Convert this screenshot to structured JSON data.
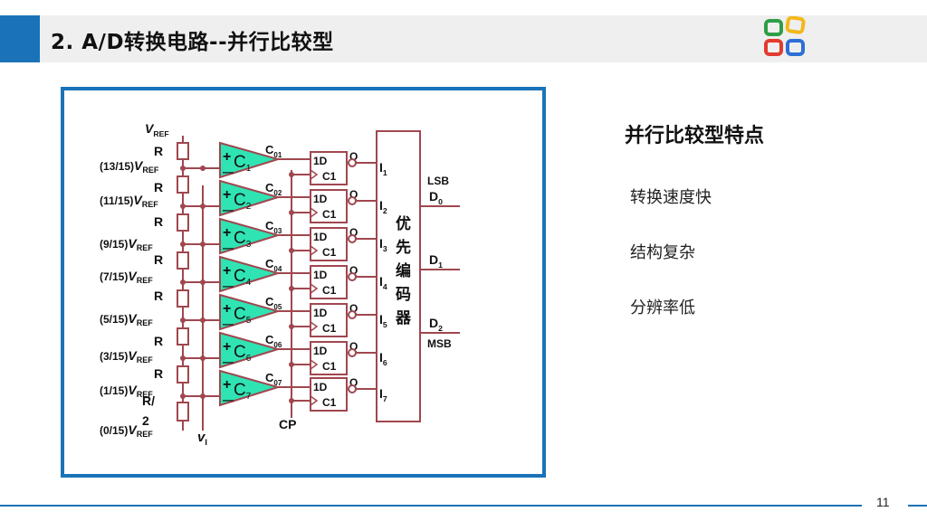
{
  "header": {
    "title": "2. A/D转换电路--并行比较型"
  },
  "brand": {
    "logo_colors": [
      "#2e9e46",
      "#f2b81b",
      "#e23b2f",
      "#2d6fd6"
    ]
  },
  "circuit": {
    "vref_label": "V",
    "vref_sub": "REF",
    "resistor_label": "R",
    "last_resistor_label_line1": "R/",
    "last_resistor_label_line2": "2",
    "taps": [
      {
        "frac": "(13/15)",
        "v": "V",
        "sub": "REF"
      },
      {
        "frac": "(11/15)",
        "v": "V",
        "sub": "REF"
      },
      {
        "frac": "(9/15)",
        "v": "V",
        "sub": "REF"
      },
      {
        "frac": "(7/15)",
        "v": "V",
        "sub": "REF"
      },
      {
        "frac": "(5/15)",
        "v": "V",
        "sub": "REF"
      },
      {
        "frac": "(3/15)",
        "v": "V",
        "sub": "REF"
      },
      {
        "frac": "(1/15)",
        "v": "V",
        "sub": "REF"
      },
      {
        "frac": "(0/15)",
        "v": "V",
        "sub": "REF"
      }
    ],
    "comparators": [
      {
        "name": "C",
        "sub": "1",
        "out": "C",
        "out_sub": "01"
      },
      {
        "name": "C",
        "sub": "2",
        "out": "C",
        "out_sub": "02"
      },
      {
        "name": "C",
        "sub": "3",
        "out": "C",
        "out_sub": "03"
      },
      {
        "name": "C",
        "sub": "4",
        "out": "C",
        "out_sub": "04"
      },
      {
        "name": "C",
        "sub": "5",
        "out": "C",
        "out_sub": "05"
      },
      {
        "name": "C",
        "sub": "6",
        "out": "C",
        "out_sub": "06"
      },
      {
        "name": "C",
        "sub": "7",
        "out": "C",
        "out_sub": "07"
      }
    ],
    "plus_sign": "+",
    "minus_sign": "—",
    "ff_d": "1D",
    "ff_c": "C1",
    "ff_q": "Q",
    "encoder_inputs": [
      {
        "name": "I",
        "sub": "1"
      },
      {
        "name": "I",
        "sub": "2"
      },
      {
        "name": "I",
        "sub": "3"
      },
      {
        "name": "I",
        "sub": "4"
      },
      {
        "name": "I",
        "sub": "5"
      },
      {
        "name": "I",
        "sub": "6"
      },
      {
        "name": "I",
        "sub": "7"
      }
    ],
    "encoder_label": [
      "优",
      "先",
      "编",
      "码",
      "器"
    ],
    "outputs": [
      {
        "name": "D",
        "sub": "0",
        "tag": "LSB"
      },
      {
        "name": "D",
        "sub": "1",
        "tag": ""
      },
      {
        "name": "D",
        "sub": "2",
        "tag": "MSB"
      }
    ],
    "input_label": "v",
    "input_sub": "I",
    "clock_label": "CP"
  },
  "features": {
    "title": "并行比较型特点",
    "items": [
      "转换速度快",
      "结构复杂",
      "分辨率低"
    ]
  },
  "footer": {
    "page_number": "11"
  }
}
